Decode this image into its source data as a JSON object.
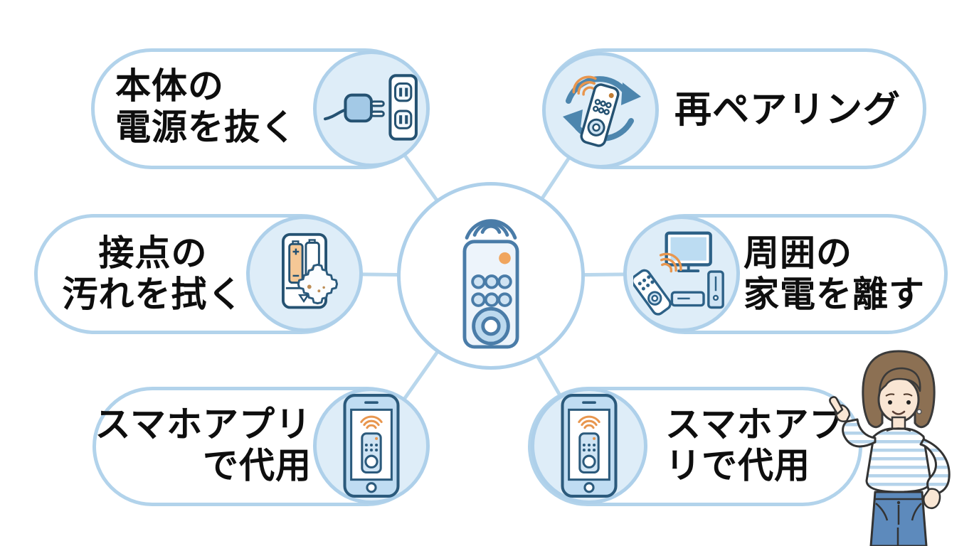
{
  "center": {
    "icon": "remote-control-icon"
  },
  "nodes": [
    {
      "id": "unplug-power",
      "lines": [
        "本体の",
        "電源を抜く"
      ],
      "icon": "power-plug-outlet-icon"
    },
    {
      "id": "re-pairing",
      "lines": [
        "再ペアリング"
      ],
      "icon": "re-pairing-remote-icon"
    },
    {
      "id": "wipe-contacts",
      "lines": [
        "接点の",
        "汚れを拭く"
      ],
      "icon": "battery-cleaning-cloth-icon"
    },
    {
      "id": "move-appliances",
      "lines": [
        "周囲の",
        "家電を離す"
      ],
      "icon": "tv-appliances-remote-icon"
    },
    {
      "id": "smartphone-app-left",
      "lines": [
        "スマホアプリ",
        "で代用"
      ],
      "icon": "smartphone-remote-app-icon"
    },
    {
      "id": "smartphone-app-right",
      "lines": [
        "スマホアプ",
        "リで代用"
      ],
      "icon": "smartphone-remote-app-icon"
    }
  ],
  "illustration": "pointing-woman",
  "colors": {
    "pill_border": "#b2d3eb",
    "node_circle_fill": "#deedf8",
    "connector_line": "#b9d7ec",
    "icon_outline_navy": "#255272",
    "icon_blue_fill": "#a3c9e6",
    "center_remote_blue": "#4a7ca8",
    "accent_orange": "#e8964e",
    "text": "#0e0e0e",
    "jeans_blue": "#5d8abc",
    "hair_brown": "#8c7053",
    "skin": "#f9e6d4",
    "shirt_stripe_blue": "#b5d3ea"
  }
}
